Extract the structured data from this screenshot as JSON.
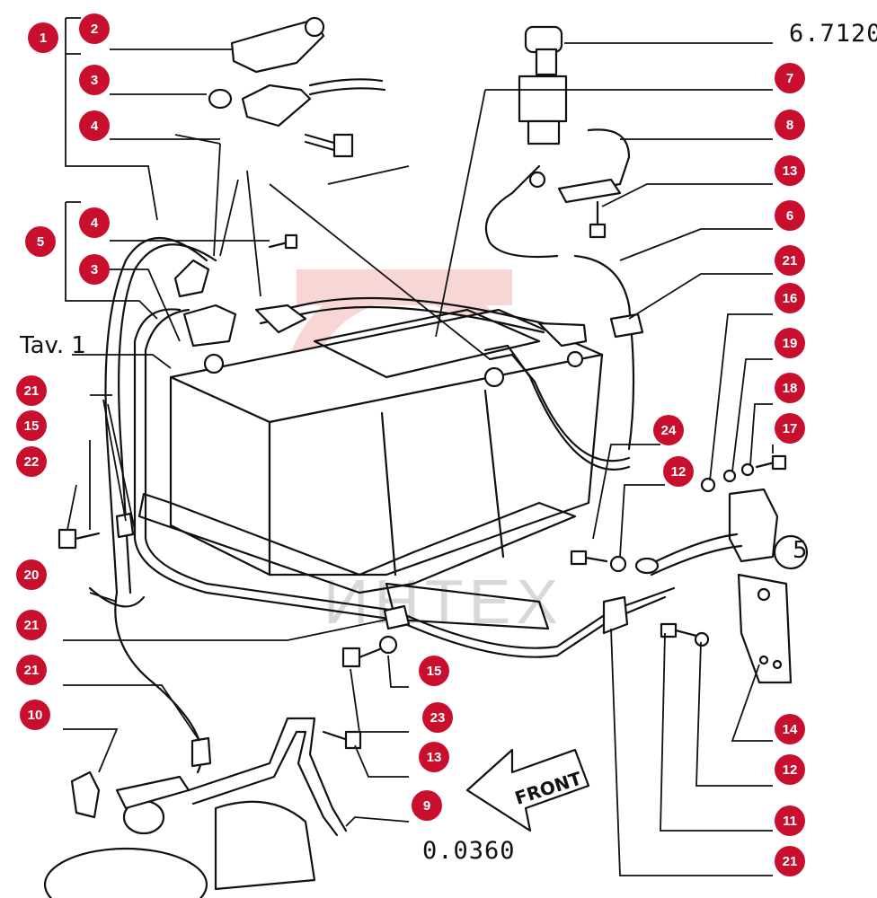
{
  "diagram": {
    "code_top": "6.7120",
    "code_bottom": "0.0360",
    "table_ref": "Tav. 1",
    "front_label": "FRONT",
    "side_ref": "5",
    "watermark": "ИНТЕХ",
    "callout_color": "#c8102e",
    "callouts": [
      "1",
      "2",
      "3",
      "4",
      "5",
      "4",
      "3",
      "21",
      "15",
      "22",
      "20",
      "21",
      "21",
      "10",
      "7",
      "8",
      "13",
      "6",
      "21",
      "16",
      "19",
      "18",
      "17",
      "24",
      "12",
      "14",
      "12",
      "11",
      "21",
      "15",
      "23",
      "13",
      "9"
    ]
  }
}
